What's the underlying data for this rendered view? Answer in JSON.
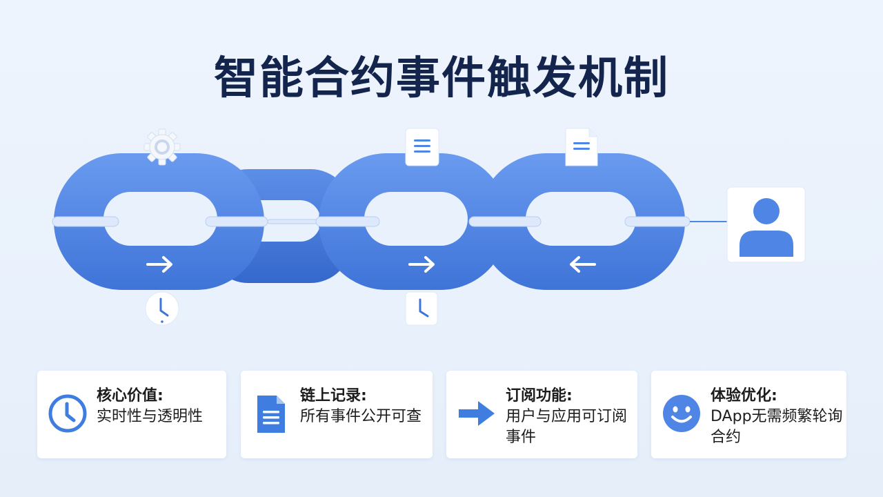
{
  "title": "智能合约事件触发机制",
  "cards": [
    {
      "heading": "核心价值:",
      "body": "实时性与透明性",
      "icon": "clock-icon"
    },
    {
      "heading": "链上记录:",
      "body": "所有事件公开可查",
      "icon": "document-icon"
    },
    {
      "heading": "订阅功能:",
      "body": "用户与应用可订阅事件",
      "icon": "arrow-right-icon"
    },
    {
      "heading": "体验优化:",
      "body": "DApp无需频繁轮询合约",
      "icon": "smiley-icon"
    }
  ],
  "colors": {
    "chain": "#4f86e6",
    "chain_dark": "#3d74d8",
    "title": "#14254d",
    "icon": "#3f7ee0"
  }
}
